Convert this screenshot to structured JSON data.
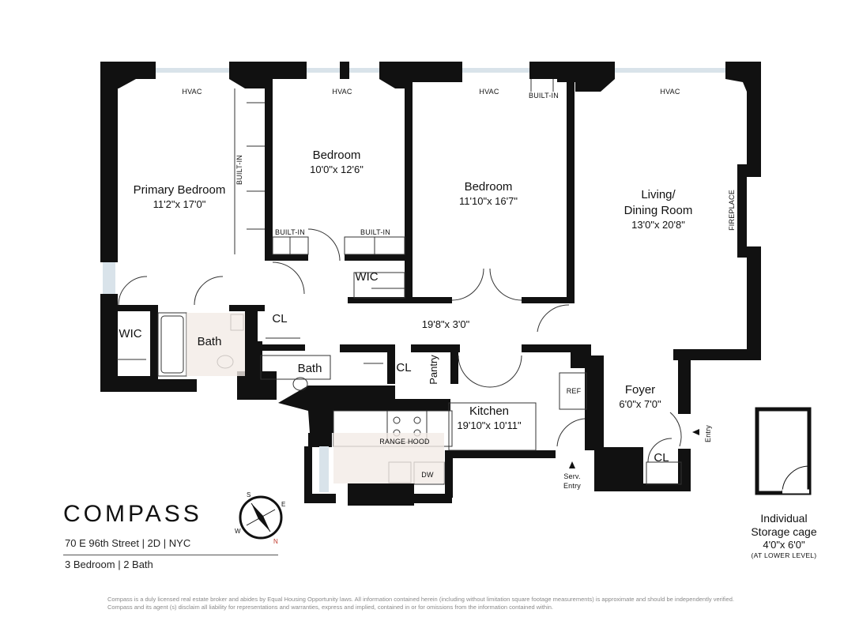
{
  "rooms": {
    "primary_bedroom": {
      "name": "Primary Bedroom",
      "dims": "11'2\"x 17'0\""
    },
    "bedroom_2": {
      "name": "Bedroom",
      "dims": "10'0\"x 12'6\""
    },
    "bedroom_3": {
      "name": "Bedroom",
      "dims": "11'10\"x 16'7\""
    },
    "living": {
      "name_line1": "Living/",
      "name_line2": "Dining Room",
      "dims": "13'0\"x 20'8\""
    },
    "kitchen": {
      "name": "Kitchen",
      "dims": "19'10\"x 10'11\""
    },
    "foyer": {
      "name": "Foyer",
      "dims": "6'0\"x 7'0\""
    },
    "hall": {
      "dims": "19'8\"x 3'0\""
    },
    "bath_1": {
      "name": "Bath"
    },
    "bath_2": {
      "name": "Bath"
    },
    "wic_1": {
      "name": "WIC"
    },
    "wic_2": {
      "name": "WIC"
    },
    "cl_1": {
      "name": "CL"
    },
    "cl_2": {
      "name": "CL"
    },
    "cl_3": {
      "name": "CL"
    },
    "pantry": {
      "name": "Pantry"
    }
  },
  "fixtures": {
    "hvac": "HVAC",
    "built_in": "BUILT-IN",
    "fireplace": "FIREPLACE",
    "ref": "REF",
    "range_hood": "RANGE HOOD",
    "dw": "DW",
    "entry": "Entry",
    "serv_entry_line1": "Serv.",
    "serv_entry_line2": "Entry"
  },
  "storage": {
    "line1": "Individual",
    "line2": "Storage cage",
    "dims": "4'0\"x 6'0\"",
    "note": "(AT LOWER LEVEL)"
  },
  "brand": {
    "name": "COMPASS"
  },
  "listing": {
    "address": "70 E 96th Street | 2D | NYC",
    "summary": "3 Bedroom | 2 Bath"
  },
  "compass_rose": {
    "n": "N",
    "s": "S",
    "e": "E",
    "w": "W"
  },
  "disclaimer": "Compass is a duly licensed real estate broker and abides by Equal Housing Opportunity laws. All information contained herein (including without limitation square footage measurements) is approximate and should be independently verified. Compass and its agent (s) disclaim all liability for representations and warranties, express and implied, contained in or for omissions from the information contained within."
}
